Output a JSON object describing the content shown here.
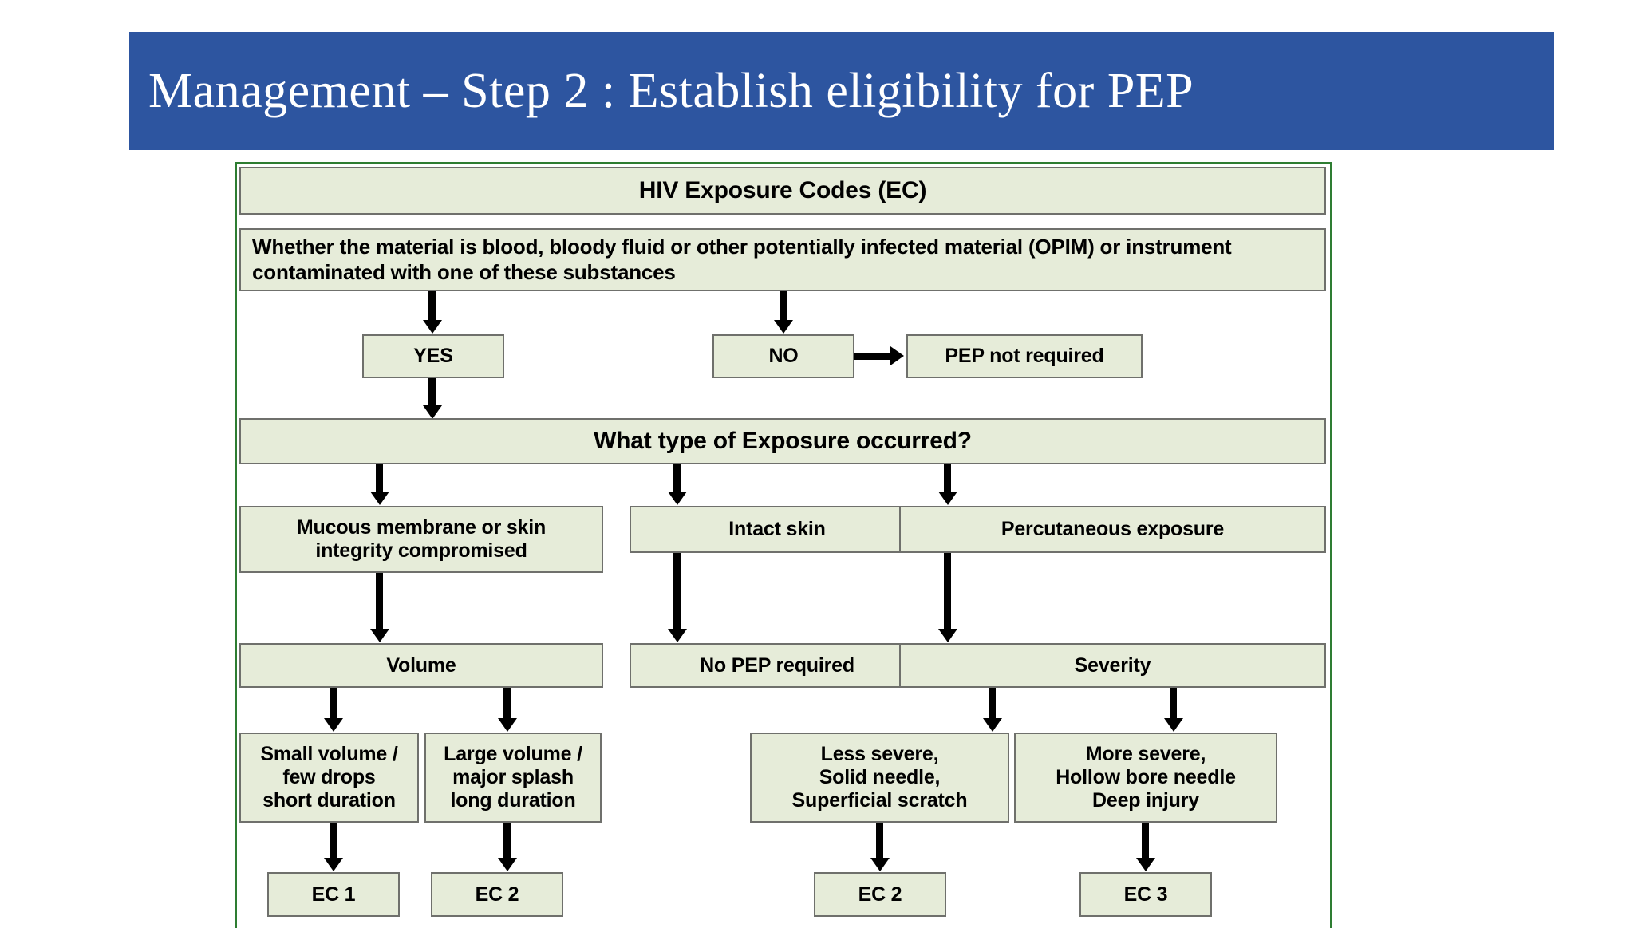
{
  "slide": {
    "title": "Management – Step 2 : Establish eligibility for PEP",
    "banner_color": "#2d55a0",
    "node_fill": "#e6ecd9",
    "node_border": "#6f706c",
    "container_border": "#2e7d32"
  },
  "flowchart": {
    "header": "HIV Exposure Codes (EC)",
    "question_material": "Whether the material is blood, bloody fluid or other potentially infected material (OPIM) or instrument contaminated with one of these substances",
    "yes": "YES",
    "no": "NO",
    "pep_not_required": "PEP not required",
    "question_exposure": "What type of Exposure occurred?",
    "exposure_mucous": "Mucous membrane or skin integrity compromised",
    "exposure_intact": "Intact skin",
    "exposure_percutaneous": "Percutaneous exposure",
    "volume": "Volume",
    "no_pep_required": "No PEP required",
    "severity": "Severity",
    "small_volume": "Small volume / few drops short duration",
    "large_volume": "Large volume / major splash long duration",
    "less_severe": "Less severe, Solid needle, Superficial scratch",
    "more_severe": "More severe, Hollow bore needle Deep injury",
    "ec1": "EC 1",
    "ec2_left": "EC 2",
    "ec2_right": "EC 2",
    "ec3": "EC 3"
  }
}
